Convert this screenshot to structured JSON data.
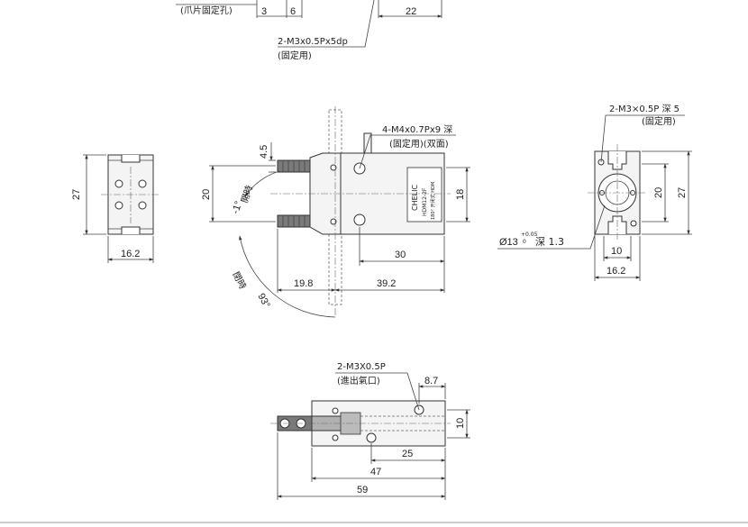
{
  "top": {
    "claw_hole_note": "(爪片固定孔)",
    "dim_3": "3",
    "dim_6": "6",
    "dim_22": "22",
    "thread_note": "2-M3x0.5Px5dp",
    "thread_sub": "(固定用)"
  },
  "left_view": {
    "dim_27": "27",
    "dim_16_2": "16.2"
  },
  "front_view": {
    "dim_4_5": "4.5",
    "dim_20": "20",
    "dim_18": "18",
    "dim_30": "30",
    "dim_19_8": "19.8",
    "dim_39_2": "39.2",
    "open_angle": "-1°",
    "open_label": "開時",
    "close_angle": "93°",
    "close_label": "閉時",
    "thread_note": "4-M4x0.7Px9 深",
    "thread_sub": "(固定用)(双面)",
    "label_brand": "CHELIC",
    "label_model": "HDM12-2F",
    "label_small": "180° 开闭式 HDM"
  },
  "right_view": {
    "thread_note": "2-M3×0.5P 深 5",
    "thread_sub": "(固定用)",
    "dia_note": "Ø13",
    "dia_tol_upper": "+0.05",
    "dia_tol_lower": "0",
    "dia_depth": "深 1.3",
    "dim_20": "20",
    "dim_27": "27",
    "dim_10": "10",
    "dim_16_2": "16.2"
  },
  "bottom_view": {
    "port_note": "2-M3X0.5P",
    "port_sub": "(進出氣口)",
    "dim_8_7": "8.7",
    "dim_10": "10",
    "dim_25": "25",
    "dim_47": "47",
    "dim_59": "59"
  }
}
